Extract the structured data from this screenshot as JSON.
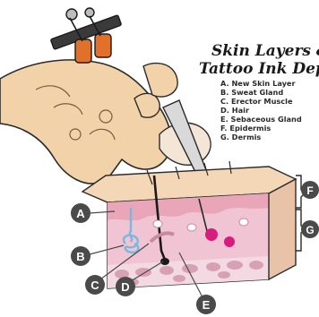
{
  "title": {
    "line1": "Skin Layers &",
    "line2": "Tattoo Ink Depth"
  },
  "legend": [
    "A. New Skin Layer",
    "B. Sweat Gland",
    "C. Erector Muscle",
    "D. Hair",
    "E. Sebaceous Gland",
    "F. Epidermis",
    "G. Dermis"
  ],
  "markers": {
    "a": "A",
    "b": "B",
    "c": "C",
    "d": "D",
    "e": "E",
    "f": "F",
    "g": "G"
  },
  "colors": {
    "skin_top": "#f4d7b6",
    "skin_front": "#f6e0c8",
    "epidermis": "#e8a6b8",
    "dermis": "#f0c4d2",
    "fat": "#d8a0b4",
    "sweat_gland": "#7ab8e0",
    "sebaceous": "#d81b7f",
    "marker": "#4a4a4a",
    "outline": "#2b2b2b",
    "hand": "#f2d2a8",
    "tattoo_machine": "#e0702a"
  }
}
